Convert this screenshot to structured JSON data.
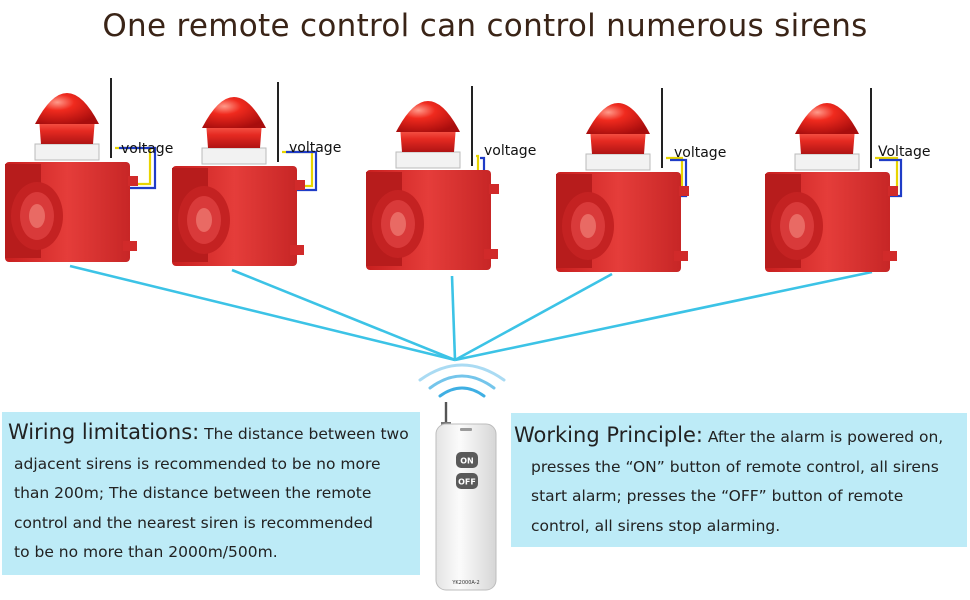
{
  "title": "One remote control can control numerous sirens",
  "sirens": [
    {
      "voltage_label": "voltage"
    },
    {
      "voltage_label": "voltage"
    },
    {
      "voltage_label": "voltage"
    },
    {
      "voltage_label": "voltage"
    },
    {
      "voltage_label": "Voltage"
    }
  ],
  "remote": {
    "on_label": "ON",
    "off_label": "OFF",
    "model": "YK2000A-2"
  },
  "wiring": {
    "heading": "Wiring limitations:",
    "line1": " The distance between two",
    "line2": "adjacent sirens is recommended to be no more",
    "line3": "than 200m; The distance between the remote",
    "line4": "control and the nearest siren is recommended",
    "line5": "to be no more than 2000m/500m."
  },
  "principle": {
    "heading": "Working Principle:",
    "line1": " After the alarm is  powered on,",
    "line2": "presses the “ON” button of remote control, all sirens",
    "line3": "start alarm; presses the “OFF” button of remote",
    "line4": "control, all sirens stop alarming."
  },
  "colors": {
    "siren_red": "#d92b2b",
    "beacon_red": "#e81818",
    "signal_line": "#3cc3e6",
    "panel_bg": "#bdebf7"
  }
}
